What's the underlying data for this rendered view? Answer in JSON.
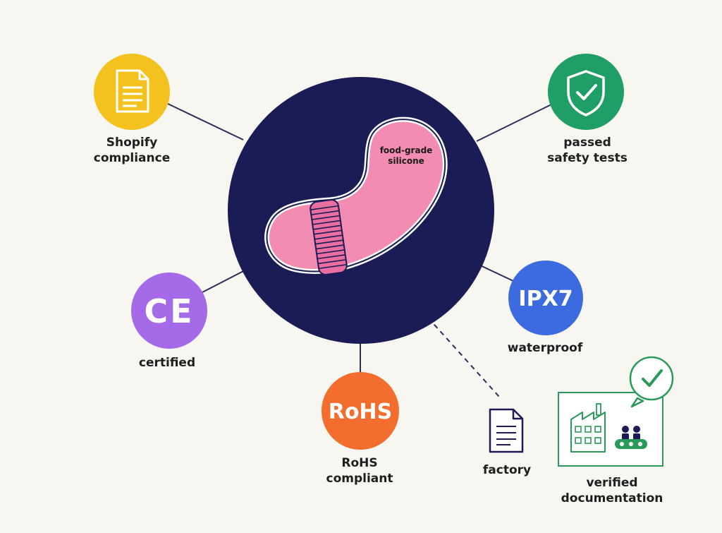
{
  "center": {
    "label_line1": "food-grade",
    "label_line2": "silicone"
  },
  "nodes": {
    "shopify": {
      "line1": "Shopify",
      "line2": "compliance",
      "color": "#f4c21f",
      "icon": "document-icon"
    },
    "safety": {
      "line1": "passed",
      "line2": "safety tests",
      "color": "#1f9e68",
      "icon": "shield-check-icon"
    },
    "ce": {
      "badge": "CE",
      "line1": "certified",
      "color": "#a46ae8"
    },
    "ipx7": {
      "badge": "IPX7",
      "line1": "waterproof",
      "color": "#3c6be0"
    },
    "rohs": {
      "badge": "RoHS",
      "line1": "RoHS",
      "line2": "compliant",
      "color": "#f26d2e"
    },
    "factory": {
      "line1": "factory",
      "icon": "document-icon"
    },
    "verified": {
      "line1": "verified",
      "line2": "documentation",
      "color": "#2a9a5a",
      "icon": "factory-icon"
    }
  },
  "colors": {
    "background": "#f8f6f1",
    "hub": "#1b1b55",
    "product_pink": "#f28cb2",
    "connector": "#2c2c58"
  }
}
